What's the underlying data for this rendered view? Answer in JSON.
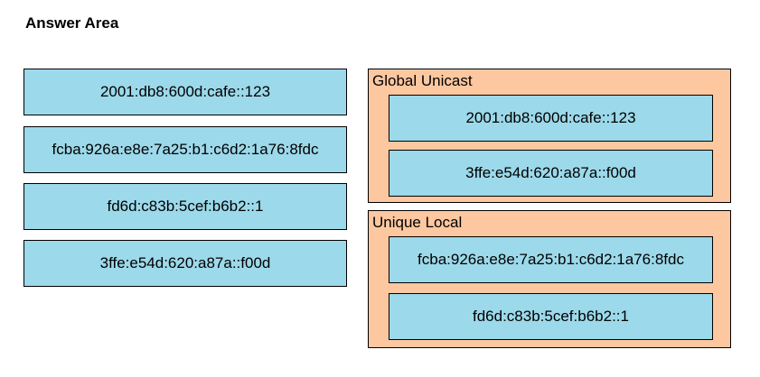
{
  "header": {
    "title": "Answer Area"
  },
  "colors": {
    "item_fill": "#9cd9ea",
    "group_fill": "#fdc7a0",
    "border": "#000000"
  },
  "source_items": [
    "2001:db8:600d:cafe::123",
    "fcba:926a:e8e:7a25:b1:c6d2:1a76:8fdc",
    "fd6d:c83b:5cef:b6b2::1",
    "3ffe:e54d:620:a87a::f00d"
  ],
  "targets": [
    {
      "label": "Global Unicast",
      "items": [
        "2001:db8:600d:cafe::123",
        "3ffe:e54d:620:a87a::f00d"
      ]
    },
    {
      "label": "Unique Local",
      "items": [
        "fcba:926a:e8e:7a25:b1:c6d2:1a76:8fdc",
        "fd6d:c83b:5cef:b6b2::1"
      ]
    }
  ]
}
